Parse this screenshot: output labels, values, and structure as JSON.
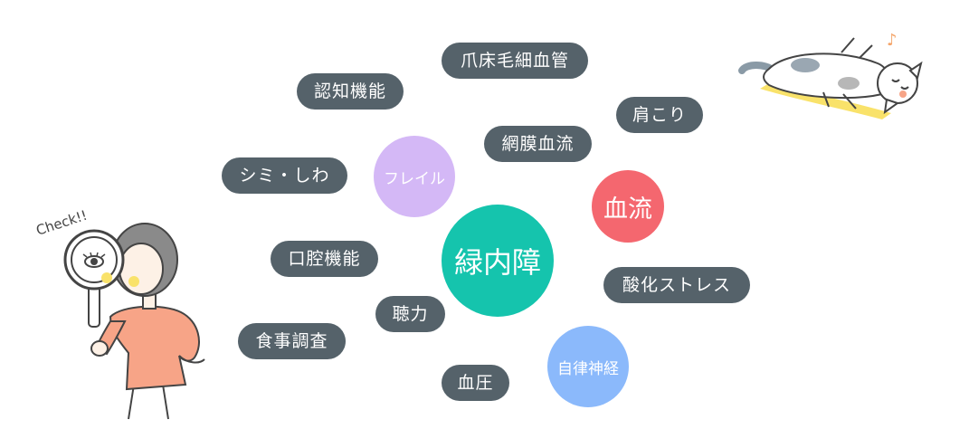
{
  "center": {
    "label": "緑内障",
    "color": "#15c4ad"
  },
  "circles": [
    {
      "label": "フレイル",
      "color": "#d4b8f6"
    },
    {
      "label": "血流",
      "color": "#f4676f"
    },
    {
      "label": "自律神経",
      "color": "#8bb9fb"
    }
  ],
  "pills": [
    {
      "label": "爪床毛細血管"
    },
    {
      "label": "認知機能"
    },
    {
      "label": "肩こり"
    },
    {
      "label": "網膜血流"
    },
    {
      "label": "シミ・しわ"
    },
    {
      "label": "口腔機能"
    },
    {
      "label": "酸化ストレス"
    },
    {
      "label": "聴力"
    },
    {
      "label": "食事調査"
    },
    {
      "label": "血圧"
    }
  ],
  "illustration": {
    "check_text": "Check!!"
  },
  "colors": {
    "pill": "#55626a",
    "shirt": "#f7a487",
    "hair": "#8a8a8a"
  }
}
